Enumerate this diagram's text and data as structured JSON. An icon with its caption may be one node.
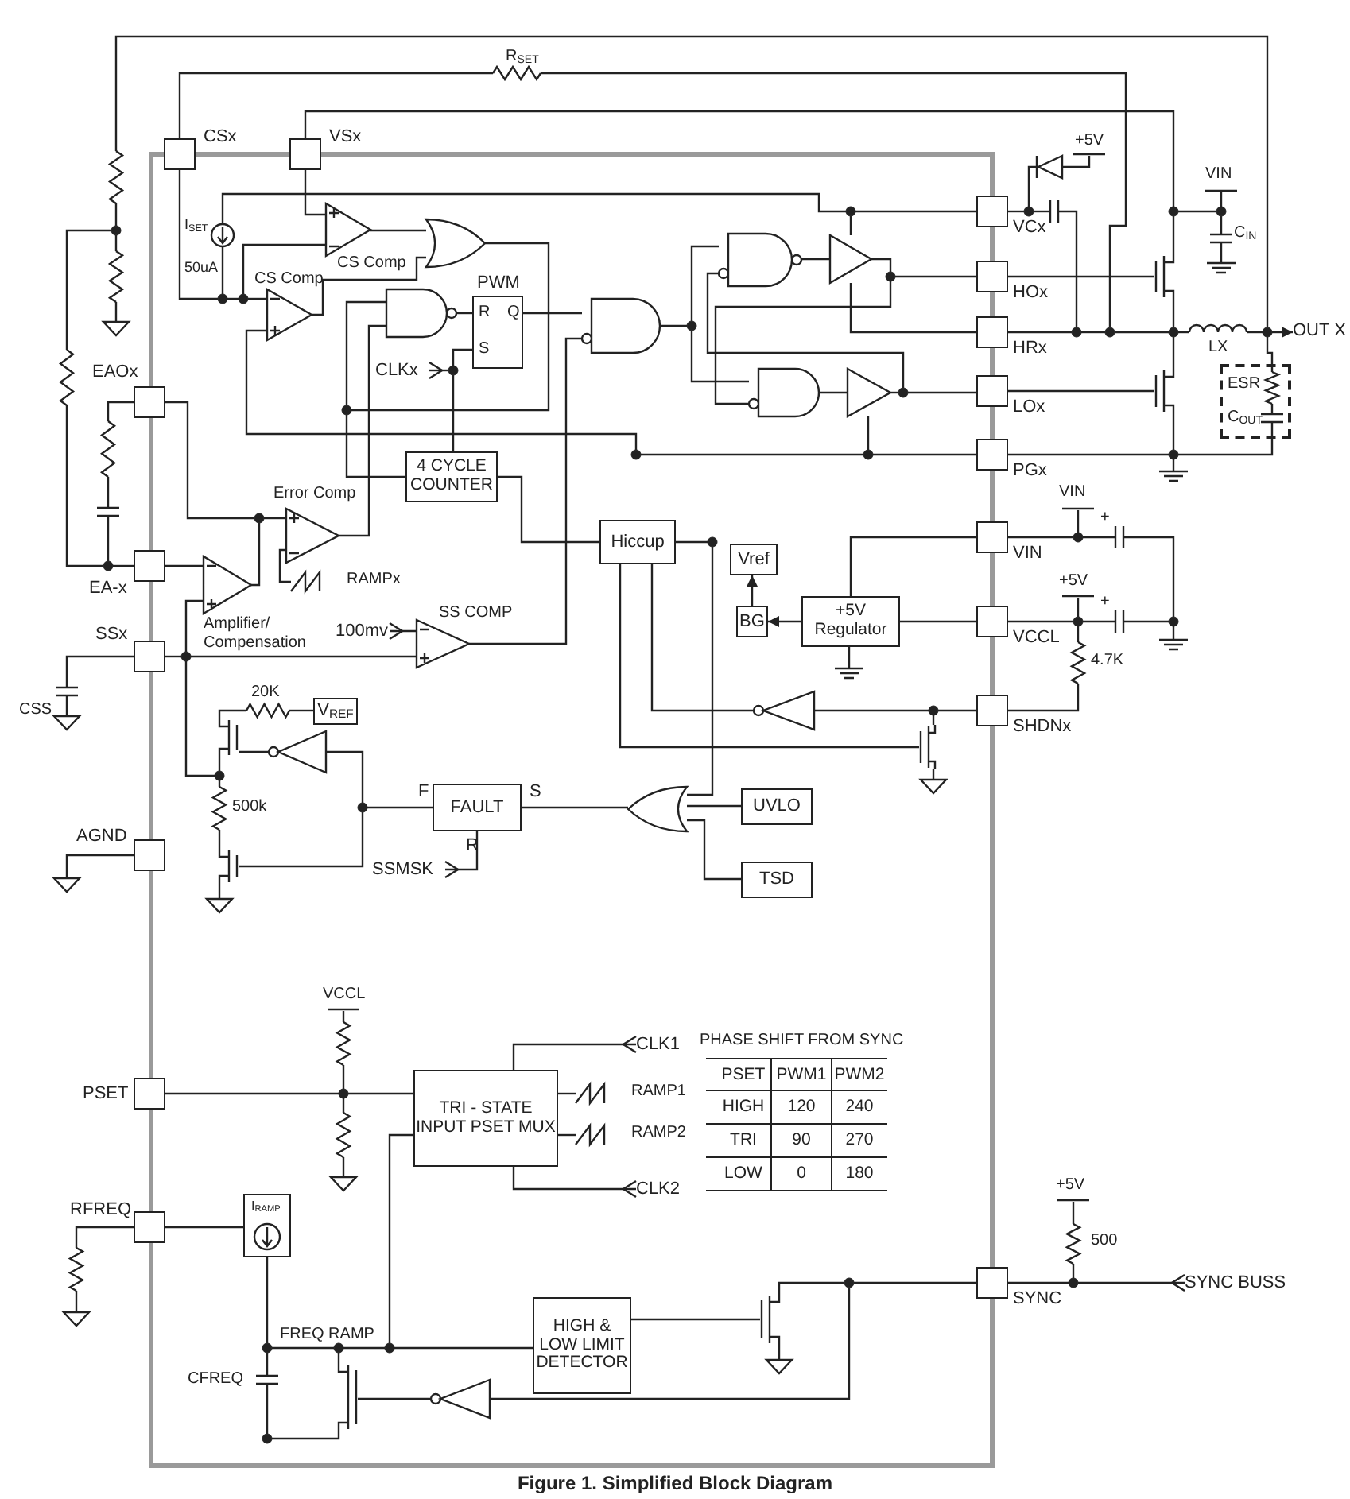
{
  "diagram": {
    "caption": "Figure 1. Simplified Block Diagram",
    "nodes": [
      {
        "text": [],
        "shape": "box",
        "beside": [
          "CSx"
        ]
      },
      {
        "text": [],
        "shape": "box",
        "beside": [
          "VSx"
        ]
      },
      {
        "text": [],
        "shape": "box",
        "beside": [
          "EAOx"
        ]
      },
      {
        "text": [],
        "shape": "box",
        "beside": [
          "EA-x"
        ]
      },
      {
        "text": [],
        "shape": "box",
        "beside": [
          "SSx"
        ]
      },
      {
        "text": [],
        "shape": "box",
        "beside": [
          "AGND"
        ]
      },
      {
        "text": [],
        "shape": "box",
        "beside": [
          "PSET"
        ]
      },
      {
        "text": [],
        "shape": "box",
        "beside": [
          "RFREQ"
        ]
      },
      {
        "text": [],
        "shape": "box",
        "beside": [
          "VCx"
        ]
      },
      {
        "text": [],
        "shape": "box",
        "beside": [
          "HOx"
        ]
      },
      {
        "text": [],
        "shape": "box",
        "beside": [
          "HRx"
        ]
      },
      {
        "text": [],
        "shape": "box",
        "beside": [
          "LOx"
        ]
      },
      {
        "text": [],
        "shape": "box",
        "beside": [
          "PGx"
        ]
      },
      {
        "text": [],
        "shape": "box",
        "beside": [
          "VIN"
        ]
      },
      {
        "text": [],
        "shape": "box",
        "beside": [
          "VCCL"
        ]
      },
      {
        "text": [],
        "shape": "box",
        "beside": [
          "SHDNx"
        ]
      },
      {
        "text": [],
        "shape": "box",
        "beside": [
          "SYNC"
        ]
      },
      {
        "text": [
          "R",
          "Q",
          "S"
        ],
        "beside": [
          "PWM"
        ]
      },
      {
        "text": [
          "CLKx"
        ]
      },
      {
        "text": [
          "4 CYCLE COUNTER"
        ]
      },
      {
        "text": [
          "Hiccup"
        ]
      },
      {
        "text": [
          "Vref"
        ]
      },
      {
        "text": [
          "BG"
        ]
      },
      {
        "text": [
          "+5V Regulator"
        ]
      },
      {
        "text": [
          "100mv"
        ]
      },
      {
        "text": [
          "V$_{REF}$"
        ]
      },
      {
        "text": [
          "FAULT"
        ],
        "beside": [
          "F",
          "S",
          "R"
        ]
      },
      {
        "text": [
          "SSMSK"
        ]
      },
      {
        "text": [
          "UVLO"
        ]
      },
      {
        "text": [
          "TSD"
        ]
      },
      {
        "text": [
          "TRI - STATE INPUT PSET MUX"
        ]
      },
      {
        "text": [
          "CLK1"
        ]
      },
      {
        "text": [
          "CLK2"
        ]
      },
      {
        "text": [
          "I$_{RAMP}$"
        ]
      },
      {
        "text": [
          "HIGH & LOW LIMIT DETECTOR"
        ]
      },
      {
        "text": [
          "ESR",
          "C$_{OUT}$"
        ]
      },
      {
        "text": [
          "OUT X"
        ]
      },
      {
        "text": [
          "SYNC BUSS"
        ]
      },
      {
        "text": [],
        "shape": "resistor"
      },
      {
        "text": [],
        "shape": "resistor"
      },
      {
        "text": [],
        "shape": "ground"
      },
      {
        "text": [],
        "shape": "resistor"
      },
      {
        "text": [],
        "shape": "resistor"
      },
      {
        "text": [],
        "shape": "circle"
      },
      {
        "text": [],
        "shape": "triangle"
      },
      {
        "text": [],
        "shape": "triangle"
      },
      {
        "text": [],
        "shape": "gate"
      },
      {
        "text": [],
        "shape": "gate"
      },
      {
        "text": [],
        "shape": "gate"
      },
      {
        "text": [],
        "shape": "gate"
      },
      {
        "text": [],
        "shape": "triangle"
      },
      {
        "text": [],
        "shape": "gate"
      },
      {
        "text": [],
        "shape": "triangle"
      },
      {
        "text": [],
        "shape": "triangle"
      },
      {
        "text": [],
        "shape": "transistor"
      },
      {
        "text": [],
        "shape": "ground"
      },
      {
        "text": [],
        "shape": "ground"
      },
      {
        "text": [],
        "shape": "diode"
      },
      {
        "text": [],
        "shape": "bar"
      },
      {
        "text": [],
        "shape": "capacitor"
      },
      {
        "text": [],
        "shape": "inductor"
      },
      {
        "text": [],
        "shape": "transistor"
      },
      {
        "text": [],
        "shape": "bar"
      },
      {
        "text": [],
        "shape": "capacitor"
      },
      {
        "text": [],
        "shape": "ground"
      },
      {
        "text": [],
        "shape": "transistor"
      },
      {
        "text": [],
        "shape": "resistor",
        "in": 35
      },
      {
        "text": [],
        "shape": "capacitor",
        "in": 35
      },
      {
        "text": [],
        "shape": "ground"
      },
      {
        "text": [],
        "shape": "bar"
      },
      {
        "text": [],
        "shape": "capacitor"
      },
      {
        "text": [],
        "shape": "ground"
      },
      {
        "text": [],
        "shape": "bar"
      },
      {
        "text": [],
        "shape": "capacitor"
      },
      {
        "text": [],
        "shape": "resistor"
      },
      {
        "text": [],
        "shape": "resistor"
      },
      {
        "text": [],
        "shape": "capacitor"
      },
      {
        "text": [],
        "shape": "triangle"
      },
      {
        "text": [],
        "shape": "sawtooth"
      },
      {
        "text": [],
        "shape": "triangle"
      },
      {
        "text": [],
        "shape": "triangle"
      },
      {
        "text": [],
        "shape": "capacitor"
      },
      {
        "text": [],
        "shape": "ground"
      },
      {
        "text": [],
        "shape": "ground"
      },
      {
        "text": [],
        "shape": "transistor"
      },
      {
        "text": [],
        "shape": "resistor"
      },
      {
        "text": [],
        "shape": "triangle"
      },
      {
        "text": [],
        "shape": "resistor"
      },
      {
        "text": [],
        "shape": "transistor"
      },
      {
        "text": [],
        "shape": "ground"
      },
      {
        "text": [],
        "shape": "gate"
      },
      {
        "text": [],
        "shape": "bar"
      },
      {
        "text": [],
        "shape": "resistor"
      },
      {
        "text": [],
        "shape": "resistor"
      },
      {
        "text": [],
        "shape": "ground"
      },
      {
        "text": [],
        "shape": "sawtooth"
      },
      {
        "text": [],
        "shape": "sawtooth"
      },
      {
        "text": [],
        "shape": "resistor"
      },
      {
        "text": [],
        "shape": "ground"
      },
      {
        "text": [],
        "shape": "capacitor"
      },
      {
        "text": [],
        "shape": "transistor"
      },
      {
        "text": [],
        "shape": "triangle"
      },
      {
        "text": [],
        "shape": "transistor"
      },
      {
        "text": [],
        "shape": "ground"
      },
      {
        "text": [],
        "shape": "resistor"
      },
      {
        "text": [],
        "shape": "bar"
      },
      {
        "text": [],
        "shape": "dot"
      },
      {
        "text": [],
        "shape": "dot"
      },
      {
        "text": [],
        "shape": "dot"
      },
      {
        "text": [],
        "shape": "dot"
      },
      {
        "text": [],
        "shape": "dot"
      },
      {
        "text": [],
        "shape": "dot"
      },
      {
        "text": [],
        "shape": "dot"
      },
      {
        "text": [],
        "shape": "dot"
      },
      {
        "text": [],
        "shape": "dot"
      },
      {
        "text": [],
        "shape": "dot"
      },
      {
        "text": [],
        "shape": "dot"
      },
      {
        "text": [],
        "shape": "dot"
      },
      {
        "text": [],
        "shape": "dot"
      },
      {
        "text": [],
        "shape": "dot"
      },
      {
        "text": [],
        "shape": "dot"
      },
      {
        "text": [],
        "shape": "dot"
      },
      {
        "text": [],
        "shape": "dot"
      },
      {
        "text": [],
        "shape": "dot"
      },
      {
        "text": [],
        "shape": "dot"
      },
      {
        "text": [],
        "shape": "dot"
      },
      {
        "text": [],
        "shape": "dot"
      },
      {
        "text": [],
        "shape": "dot"
      },
      {
        "text": [],
        "shape": "dot"
      },
      {
        "text": [],
        "shape": "dot"
      },
      {
        "text": [],
        "shape": "dot"
      },
      {
        "text": [],
        "shape": "dot"
      },
      {
        "text": [],
        "shape": "dot"
      },
      {
        "text": [],
        "shape": "dot"
      },
      {
        "text": [],
        "shape": "dot"
      },
      {
        "text": [],
        "shape": "dot"
      },
      {
        "text": [],
        "shape": "dot"
      },
      {
        "text": [],
        "shape": "dot"
      },
      {
        "text": [],
        "shape": "dot"
      },
      {
        "text": [],
        "shape": "dot"
      },
      {
        "text": [],
        "shape": "dot"
      },
      {
        "text": [],
        "shape": "dot"
      }
    ],
    "edges": [
      {
        "from": 38,
        "to": 126,
        "arrow": "none"
      },
      {
        "from": 38,
        "to": 106,
        "arrow": "none"
      },
      {
        "from": 106,
        "to": 39,
        "arrow": "none"
      },
      {
        "from": 39,
        "to": 40,
        "arrow": "none"
      },
      {
        "from": 106,
        "to": 41,
        "arrow": "none"
      },
      {
        "from": 41,
        "to": 107,
        "arrow": "none"
      },
      {
        "from": 107,
        "to": 3,
        "arrow": "none"
      },
      {
        "from": 0,
        "to": 42,
        "arrow": "none"
      },
      {
        "from": 42,
        "to": 122,
        "arrow": "none"
      },
      {
        "from": 1,
        "to": 123,
        "arrow": "none"
      },
      {
        "from": 0,
        "to": 108,
        "arrow": "none"
      },
      {
        "from": 108,
        "to": 109,
        "arrow": "none"
      },
      {
        "from": 109,
        "to": 45,
        "arrow": "none"
      },
      {
        "from": 108,
        "to": 43,
        "arrow": "none"
      },
      {
        "from": 43,
        "to": 115,
        "arrow": "none"
      },
      {
        "from": 115,
        "to": 8,
        "arrow": "none"
      },
      {
        "from": 1,
        "to": 44,
        "arrow": "none"
      },
      {
        "from": 109,
        "to": 44,
        "arrow": "none"
      },
      {
        "from": 44,
        "to": 46,
        "arrow": "none"
      },
      {
        "from": 45,
        "to": 46,
        "arrow": "none"
      },
      {
        "from": 45,
        "to": 141,
        "arrow": "none"
      },
      {
        "from": 141,
        "to": 117,
        "arrow": "none"
      },
      {
        "from": 117,
        "to": 12,
        "arrow": "none"
      },
      {
        "from": 46,
        "to": 112,
        "arrow": "none"
      },
      {
        "from": 112,
        "to": 47,
        "arrow": "none"
      },
      {
        "from": 112,
        "to": 19,
        "arrow": "none"
      },
      {
        "from": 47,
        "to": 17,
        "arrow": "none"
      },
      {
        "from": 77,
        "to": 47,
        "arrow": "none"
      },
      {
        "from": 18,
        "to": 111,
        "arrow": "other"
      },
      {
        "from": 111,
        "to": 17,
        "arrow": "none"
      },
      {
        "from": 111,
        "to": 19,
        "arrow": "none"
      },
      {
        "from": 17,
        "to": 48,
        "arrow": "none"
      },
      {
        "from": 80,
        "to": 48,
        "arrow": "none"
      },
      {
        "from": 48,
        "to": 113,
        "arrow": "none"
      },
      {
        "from": 113,
        "to": 49,
        "arrow": "none"
      },
      {
        "from": 113,
        "to": 51,
        "arrow": "none"
      },
      {
        "from": 49,
        "to": 50,
        "arrow": "none"
      },
      {
        "from": 50,
        "to": 114,
        "arrow": "none"
      },
      {
        "from": 114,
        "to": 9,
        "arrow": "none"
      },
      {
        "from": 115,
        "to": 50,
        "arrow": "none"
      },
      {
        "from": 50,
        "to": 10,
        "arrow": "none"
      },
      {
        "from": 114,
        "to": 51,
        "arrow": "none"
      },
      {
        "from": 51,
        "to": 52,
        "arrow": "none"
      },
      {
        "from": 52,
        "to": 116,
        "arrow": "none"
      },
      {
        "from": 116,
        "to": 11,
        "arrow": "none"
      },
      {
        "from": 116,
        "to": 49,
        "arrow": "none"
      },
      {
        "from": 52,
        "to": 117,
        "arrow": "none"
      },
      {
        "from": 20,
        "to": 118,
        "arrow": "none"
      },
      {
        "from": 118,
        "to": 90,
        "arrow": "none"
      },
      {
        "from": 20,
        "to": 54,
        "arrow": "none"
      },
      {
        "from": 20,
        "to": 53,
        "arrow": "none"
      },
      {
        "from": 53,
        "to": 119,
        "arrow": "none"
      },
      {
        "from": 119,
        "to": 15,
        "arrow": "none"
      },
      {
        "from": 119,
        "to": 54,
        "arrow": "none"
      },
      {
        "from": 54,
        "to": 55,
        "arrow": "none"
      },
      {
        "from": 23,
        "to": 56,
        "arrow": "none"
      },
      {
        "from": 8,
        "to": 120,
        "arrow": "none"
      },
      {
        "from": 120,
        "to": 57,
        "arrow": "none"
      },
      {
        "from": 57,
        "to": 58,
        "arrow": "none"
      },
      {
        "from": 120,
        "to": 59,
        "arrow": "none"
      },
      {
        "from": 59,
        "to": 121,
        "arrow": "none"
      },
      {
        "from": 9,
        "to": 61,
        "arrow": "none"
      },
      {
        "from": 10,
        "to": 121,
        "arrow": "none"
      },
      {
        "from": 121,
        "to": 122,
        "arrow": "none"
      },
      {
        "from": 122,
        "to": 125,
        "arrow": "none"
      },
      {
        "from": 125,
        "to": 60,
        "arrow": "none"
      },
      {
        "from": 60,
        "to": 126,
        "arrow": "none"
      },
      {
        "from": 126,
        "to": 36,
        "arrow": "to"
      },
      {
        "from": 61,
        "to": 123,
        "arrow": "none"
      },
      {
        "from": 61,
        "to": 125,
        "arrow": "none"
      },
      {
        "from": 123,
        "to": 124,
        "arrow": "none"
      },
      {
        "from": 124,
        "to": 62,
        "arrow": "none"
      },
      {
        "from": 124,
        "to": 63,
        "arrow": "none"
      },
      {
        "from": 63,
        "to": 64,
        "arrow": "none"
      },
      {
        "from": 11,
        "to": 65,
        "arrow": "none"
      },
      {
        "from": 125,
        "to": 65,
        "arrow": "none"
      },
      {
        "from": 65,
        "to": 127,
        "arrow": "none"
      },
      {
        "from": 12,
        "to": 127,
        "arrow": "none"
      },
      {
        "from": 127,
        "to": 67,
        "arrow": "none"
      },
      {
        "from": 126,
        "to": 66,
        "arrow": "none"
      },
      {
        "from": 66,
        "to": 67,
        "arrow": "none"
      },
      {
        "from": 127,
        "to": 68,
        "arrow": "none"
      },
      {
        "from": 13,
        "to": 128,
        "arrow": "none"
      },
      {
        "from": 128,
        "to": 69,
        "arrow": "none"
      },
      {
        "from": 128,
        "to": 70,
        "arrow": "none"
      },
      {
        "from": 70,
        "to": 130,
        "arrow": "none"
      },
      {
        "from": 130,
        "to": 71,
        "arrow": "none"
      },
      {
        "from": 14,
        "to": 129,
        "arrow": "none"
      },
      {
        "from": 129,
        "to": 72,
        "arrow": "none"
      },
      {
        "from": 129,
        "to": 73,
        "arrow": "none"
      },
      {
        "from": 73,
        "to": 130,
        "arrow": "none"
      },
      {
        "from": 129,
        "to": 74,
        "arrow": "none"
      },
      {
        "from": 74,
        "to": 15,
        "arrow": "none"
      },
      {
        "from": 2,
        "to": 110,
        "arrow": "none"
      },
      {
        "from": 110,
        "to": 77,
        "arrow": "none"
      },
      {
        "from": 2,
        "to": 75,
        "arrow": "none"
      },
      {
        "from": 75,
        "to": 76,
        "arrow": "none"
      },
      {
        "from": 76,
        "to": 107,
        "arrow": "none"
      },
      {
        "from": 78,
        "to": 77,
        "arrow": "none"
      },
      {
        "from": 79,
        "to": 110,
        "arrow": "none"
      },
      {
        "from": 3,
        "to": 79,
        "arrow": "none"
      },
      {
        "from": 131,
        "to": 79,
        "arrow": "none"
      },
      {
        "from": 4,
        "to": 131,
        "arrow": "none"
      },
      {
        "from": 131,
        "to": 80,
        "arrow": "none"
      },
      {
        "from": 24,
        "to": 80,
        "arrow": "other"
      },
      {
        "from": 4,
        "to": 81,
        "arrow": "none"
      },
      {
        "from": 81,
        "to": 82,
        "arrow": "none"
      },
      {
        "from": 5,
        "to": 83,
        "arrow": "none"
      },
      {
        "from": 131,
        "to": 132,
        "arrow": "none"
      },
      {
        "from": 132,
        "to": 84,
        "arrow": "none"
      },
      {
        "from": 84,
        "to": 85,
        "arrow": "none"
      },
      {
        "from": 85,
        "to": 25,
        "arrow": "none"
      },
      {
        "from": 86,
        "to": 84,
        "arrow": "none"
      },
      {
        "from": 133,
        "to": 86,
        "arrow": "none"
      },
      {
        "from": 133,
        "to": 26,
        "arrow": "none"
      },
      {
        "from": 133,
        "to": 88,
        "arrow": "none"
      },
      {
        "from": 132,
        "to": 87,
        "arrow": "none"
      },
      {
        "from": 87,
        "to": 88,
        "arrow": "none"
      },
      {
        "from": 88,
        "to": 89,
        "arrow": "none"
      },
      {
        "from": 26,
        "to": 90,
        "arrow": "none"
      },
      {
        "from": 28,
        "to": 90,
        "arrow": "none"
      },
      {
        "from": 29,
        "to": 90,
        "arrow": "none"
      },
      {
        "from": 27,
        "to": 26,
        "arrow": "other"
      },
      {
        "from": 22,
        "to": 21,
        "arrow": "to"
      },
      {
        "from": 23,
        "to": 22,
        "arrow": "to"
      },
      {
        "from": 13,
        "to": 23,
        "arrow": "none"
      },
      {
        "from": 23,
        "to": 14,
        "arrow": "none"
      },
      {
        "from": 19,
        "to": 20,
        "arrow": "none"
      },
      {
        "from": 6,
        "to": 134,
        "arrow": "none"
      },
      {
        "from": 134,
        "to": 30,
        "arrow": "none"
      },
      {
        "from": 91,
        "to": 92,
        "arrow": "none"
      },
      {
        "from": 92,
        "to": 134,
        "arrow": "none"
      },
      {
        "from": 134,
        "to": 93,
        "arrow": "none"
      },
      {
        "from": 93,
        "to": 94,
        "arrow": "none"
      },
      {
        "from": 30,
        "to": 95,
        "arrow": "none"
      },
      {
        "from": 30,
        "to": 96,
        "arrow": "none"
      },
      {
        "from": 31,
        "to": 30,
        "arrow": "other"
      },
      {
        "from": 32,
        "to": 30,
        "arrow": "other"
      },
      {
        "from": 7,
        "to": 33,
        "arrow": "none"
      },
      {
        "from": 7,
        "to": 97,
        "arrow": "none"
      },
      {
        "from": 97,
        "to": 98,
        "arrow": "none"
      },
      {
        "from": 33,
        "to": 135,
        "arrow": "none"
      },
      {
        "from": 135,
        "to": 136,
        "arrow": "none"
      },
      {
        "from": 136,
        "to": 137,
        "arrow": "none"
      },
      {
        "from": 137,
        "to": 34,
        "arrow": "none"
      },
      {
        "from": 30,
        "to": 137,
        "arrow": "none"
      },
      {
        "from": 135,
        "to": 99,
        "arrow": "none"
      },
      {
        "from": 99,
        "to": 138,
        "arrow": "none"
      },
      {
        "from": 138,
        "to": 100,
        "arrow": "none"
      },
      {
        "from": 136,
        "to": 100,
        "arrow": "none"
      },
      {
        "from": 101,
        "to": 100,
        "arrow": "none"
      },
      {
        "from": 139,
        "to": 101,
        "arrow": "none"
      },
      {
        "from": 34,
        "to": 102,
        "arrow": "none"
      },
      {
        "from": 102,
        "to": 139,
        "arrow": "none"
      },
      {
        "from": 102,
        "to": 103,
        "arrow": "none"
      },
      {
        "from": 139,
        "to": 16,
        "arrow": "none"
      },
      {
        "from": 16,
        "to": 140,
        "arrow": "none"
      },
      {
        "from": 37,
        "to": 140,
        "arrow": "other"
      },
      {
        "from": 140,
        "to": 104,
        "arrow": "none"
      },
      {
        "from": 104,
        "to": 105,
        "arrow": "none"
      }
    ],
    "labels": [
      "R$_{SET}$",
      "I$_{SET}$",
      "50uA",
      "CS Comp",
      "CS Comp",
      "Error Comp",
      "RAMPx",
      "Amplifier/ Compensation",
      "SS COMP",
      "20K",
      "500k",
      "CSS",
      "+5V",
      "VIN",
      "C$_{IN}$",
      "LX",
      "VIN",
      "+5V",
      "4.7K",
      "VCCL",
      "RAMP1",
      "RAMP2",
      "PHASE SHIFT FROM SYNC",
      "PSET",
      "PWM1",
      "PWM2",
      "HIGH",
      "120",
      "240",
      "TRI",
      "90",
      "270",
      "LOW",
      "0",
      "180",
      "FREQ RAMP",
      "CFREQ",
      "+5V",
      "500",
      "+",
      "+"
    ]
  }
}
